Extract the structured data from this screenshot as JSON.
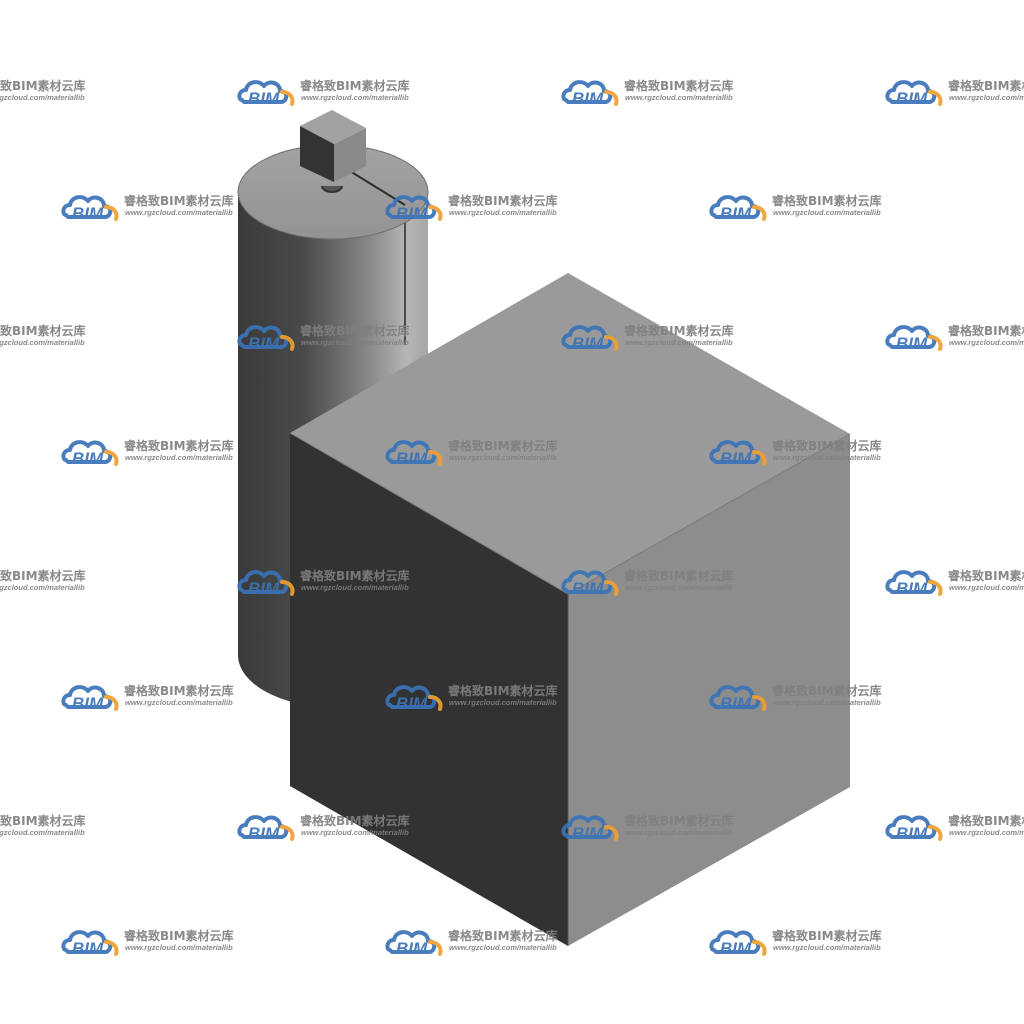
{
  "watermark": {
    "name": "睿格致BIM素材云库",
    "url": "www.rgzcloud.com/materiallib",
    "logo_text": "BIM",
    "text_color": "#7f7f7f",
    "logo_blue": "#3a73b8",
    "logo_orange": "#f0a030"
  },
  "model": {
    "icon": "bim-3d-model",
    "colors": {
      "top_face": "#9a9a9a",
      "right_face": "#8e8e8e",
      "left_face": "#333333",
      "cylinder_dark": "#3c3c3c",
      "cylinder_light": "#a6a6a6",
      "cylinder_top": "#9b9b9b"
    }
  }
}
